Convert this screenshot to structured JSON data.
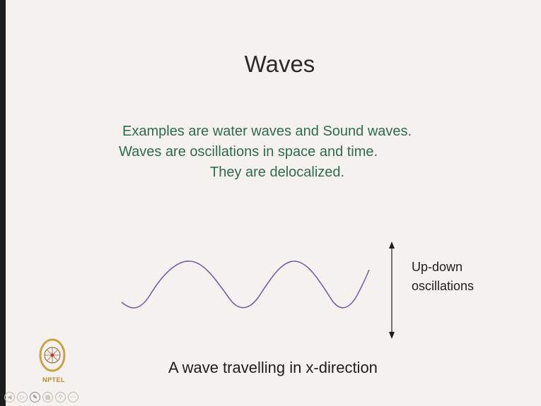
{
  "slide": {
    "title": "Waves",
    "lines": [
      "Examples are water waves and Sound waves.",
      "Waves are oscillations in space and time.",
      "They are delocalized."
    ],
    "oscillation_label": [
      "Up-down",
      "oscillations"
    ],
    "caption": "A wave travelling in x-direction"
  },
  "logo": {
    "text": "NPTEL"
  },
  "colors": {
    "background": "#f5f1ee",
    "text_green": "#2f6b4e",
    "wave": "#7460a8"
  },
  "nav": {
    "icons": [
      "prev-slide-icon",
      "play-icon",
      "pen-icon",
      "grid-icon",
      "zoom-icon",
      "more-icon"
    ]
  }
}
